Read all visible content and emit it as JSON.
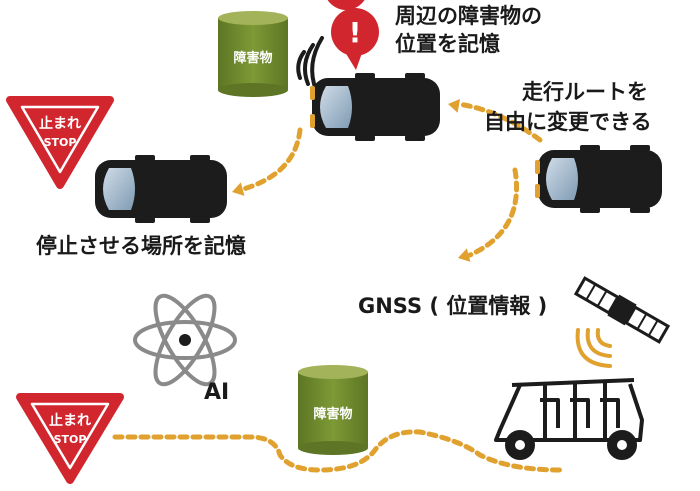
{
  "labels": {
    "obstacle_memory_line1": "周辺の障害物の",
    "obstacle_memory_line2": "位置を記憶",
    "route_change_line1": "走行ルートを",
    "route_change_line2": "自由に変更できる",
    "stop_memory": "停止させる場所を記憶",
    "gnss": "GNSS ( 位置情報 )",
    "ai": "AI"
  },
  "barrel_text": "障害物",
  "stop_sign": {
    "jp": "止まれ",
    "en": "STOP"
  },
  "alert_mark": "!",
  "colors": {
    "arrow": "#e0a12e",
    "stop_red": "#d2262f",
    "barrel_green": "#6e8a2c",
    "barrel_top": "#a3b35a",
    "car_body": "#1c1c1c",
    "windshield": "#9fb6c9"
  }
}
